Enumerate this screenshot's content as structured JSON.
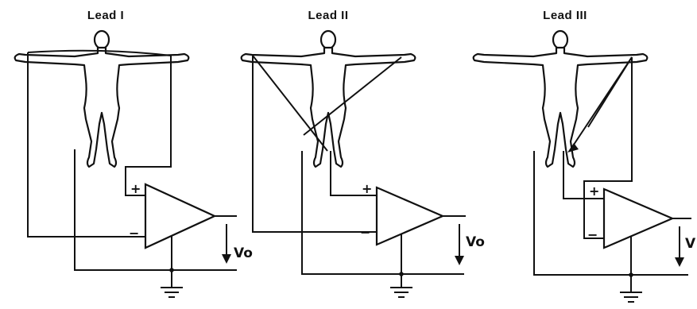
{
  "leads": [
    {
      "title": "Lead I",
      "plus": "+",
      "minus": "−",
      "output": "Vo"
    },
    {
      "title": "Lead II",
      "plus": "+",
      "minus": "−",
      "output": "Vo"
    },
    {
      "title": "Lead III",
      "plus": "+",
      "minus": "−",
      "output": "V"
    }
  ],
  "colors": {
    "ink": "#111111",
    "background": "#ffffff"
  }
}
